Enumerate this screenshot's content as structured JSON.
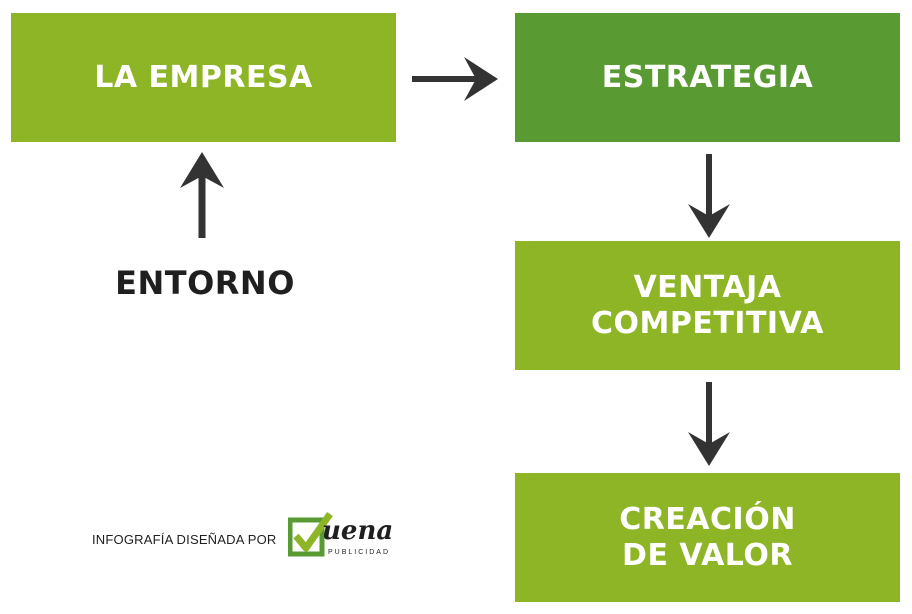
{
  "boxes": {
    "empresa": "LA EMPRESA",
    "estrategia": "ESTRATEGIA",
    "ventaja_line1": "VENTAJA",
    "ventaja_line2": "COMPETITIVA",
    "creacion_line1": "CREACIÓN",
    "creacion_line2": "DE VALOR"
  },
  "entorno": "ENTORNO",
  "credit": "INFOGRAFÍA DISEÑADA POR",
  "logo": {
    "word": "uena",
    "sub": "PUBLICIDAD",
    "icon": "checkmark-icon"
  },
  "colors": {
    "light_green": "#8db526",
    "dark_green": "#5a9a32",
    "arrow": "#333333",
    "text_dark": "#1f1f1f"
  }
}
